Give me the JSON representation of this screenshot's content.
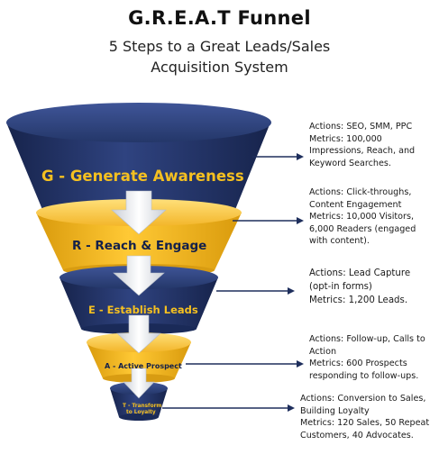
{
  "header": {
    "title": "G.R.E.A.T Funnel",
    "subtitle_line1": "5 Steps to a Great Leads/Sales",
    "subtitle_line2": "Acquisition System"
  },
  "colors": {
    "navy": "#1e2e5c",
    "navy_light": "#3d5296",
    "gold": "#f2b41b",
    "gold_light": "#ffd760",
    "label_yellow": "#f5c020",
    "label_navy": "#13204a",
    "arrow": "#d9dde3"
  },
  "stages": [
    {
      "label": "G - Generate Awareness",
      "notes": [
        "Actions: SEO, SMM, PPC",
        "Metrics: 100,000",
        "Impressions, Reach, and",
        "Keyword Searches."
      ]
    },
    {
      "label": "R - Reach & Engage",
      "notes": [
        "Actions: Click-throughs,",
        "Content Engagement",
        "Metrics: 10,000 Visitors,",
        "6,000 Readers (engaged",
        "with content)."
      ]
    },
    {
      "label": "E - Establish Leads",
      "notes": [
        "Actions: Lead Capture",
        "(opt-in forms)",
        "Metrics: 1,200 Leads."
      ]
    },
    {
      "label": "A - Active Prospect",
      "notes": [
        "Actions: Follow-up, Calls to",
        "Action",
        "Metrics: 600 Prospects",
        "responding to follow-ups."
      ]
    },
    {
      "label_line1": "T - Transform",
      "label_line2": "to Loyalty",
      "notes": [
        "Actions: Conversion to Sales,",
        "Building Loyalty",
        "Metrics: 120 Sales, 50 Repeat",
        "Customers, 40 Advocates."
      ]
    }
  ]
}
